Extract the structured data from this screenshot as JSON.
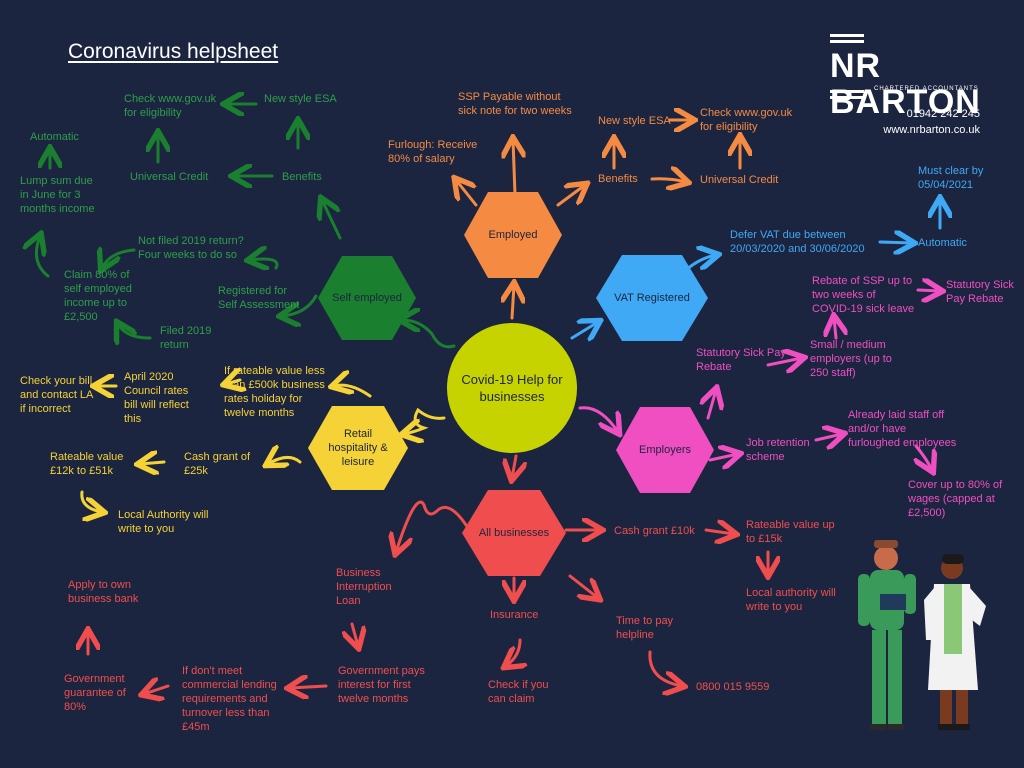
{
  "title": "Coronavirus helpsheet",
  "logo": {
    "name": "NR BARTON",
    "tagline": "CHARTERED ACCOUNTANTS"
  },
  "contact": {
    "phone": "01942 242 245",
    "website": "www.nrbarton.co.uk"
  },
  "colors": {
    "background": "#1c2540",
    "hub": "#c6d300",
    "employed": "#f58a42",
    "vat": "#3fa9f5",
    "employers": "#ef4fc0",
    "business": "#f04e4e",
    "retail": "#f5d236",
    "self_employed": "#1a7f2e",
    "green_text": "#2e9e4a"
  },
  "hub": {
    "label": "Covid-19 Help for businesses"
  },
  "hexes": {
    "employed": "Employed",
    "vat": "VAT Registered",
    "employers": "Employers",
    "all_business": "All businesses",
    "retail": "Retail hospitality & leisure",
    "self_employed": "Self employed"
  },
  "employed": {
    "ssp": "SSP Payable without sick note for two weeks",
    "furlough": "Furlough: Receive 80% of salary",
    "benefits": "Benefits",
    "esa": "New style ESA",
    "check": "Check www.gov.uk for eligibility",
    "uc": "Universal Credit"
  },
  "vat": {
    "defer": "Defer VAT due between 20/03/2020 and 30/06/2020",
    "automatic": "Automatic",
    "must_clear": "Must clear by 05/04/2021"
  },
  "employers": {
    "ssp_rebate": "Statutory Sick Pay Rebate",
    "small_medium": "Small / medium employers (up to 250 staff)",
    "rebate_ssp": "Rebate of SSP up to two weeks of COVID-19 sick leave",
    "ssp_rebate2": "Statutory Sick Pay Rebate",
    "job_retention": "Job retention scheme",
    "already_laid": "Already laid staff off and/or have furloughed employees",
    "cover": "Cover up to 80% of wages (capped at £2,500)"
  },
  "all_business": {
    "cash_grant": "Cash grant £10k",
    "rateable": "Rateable value up to £15k",
    "local_auth": "Local authority will write to you",
    "time_to_pay": "Time to pay helpline",
    "phone": "0800 015 9559",
    "insurance": "Insurance",
    "check_claim": "Check if you can claim",
    "bil": "Business Interruption Loan",
    "gov_pays": "Government pays interest for first twelve months",
    "if_dont": "If don't meet commercial lending requirements and turnover less than £45m",
    "gov_guarantee": "Government guarantee of 80%",
    "apply": "Apply to own business bank"
  },
  "retail": {
    "rateable_less": "If rateable value less than £500k business rates holiday for twelve months",
    "april": "April 2020 Council rates bill will reflect this",
    "check_bill": "Check your bill and contact LA if incorrect",
    "cash_grant": "Cash grant of £25k",
    "rateable_range": "Rateable value £12k to £51k",
    "local_auth": "Local Authority will write to you"
  },
  "self_employed": {
    "benefits": "Benefits",
    "esa": "New style ESA",
    "check": "Check www.gov.uk for eligibility",
    "uc": "Universal Credit",
    "automatic": "Automatic",
    "lump_sum": "Lump sum due in June for 3 months income",
    "not_filed": "Not filed 2019 return? Four weeks to do so",
    "claim": "Claim 80% of self employed income up to £2,500",
    "registered": "Registered for Self Assessment",
    "filed": "Filed 2019 return"
  }
}
